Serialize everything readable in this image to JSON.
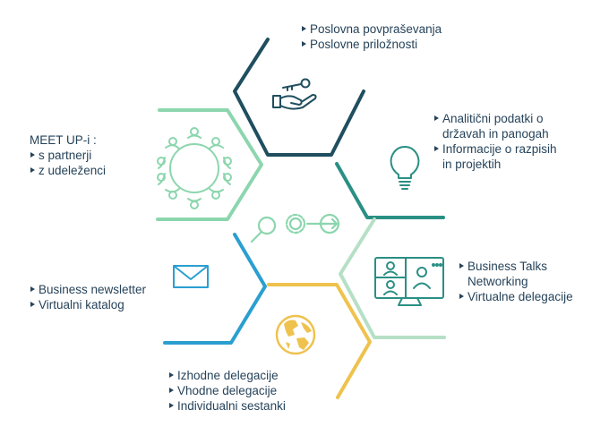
{
  "colors": {
    "navy": "#1f4e5f",
    "teal": "#2a8f84",
    "light_green": "#8cd6ae",
    "pale_green": "#b6e0c6",
    "blue": "#2a9fd0",
    "yellow": "#efc24e",
    "text": "#26435a"
  },
  "sections": {
    "top": {
      "items": [
        "Poslovna povpraševanja",
        "Poslovne priložnosti"
      ],
      "icon": "hand-key-icon"
    },
    "upper_right": {
      "items": [
        "Analitični podatki o",
        "državah in panogah",
        "Informacije o razpisih",
        "in projektih"
      ],
      "icon": "lightbulb-icon"
    },
    "upper_left": {
      "title": "MEET UP-i :",
      "items": [
        "s partnerji",
        "z udeleženci"
      ],
      "icon": "meeting-table-icon"
    },
    "lower_right": {
      "items": [
        "Business Talks",
        "Networking",
        "Virtualne delegacije"
      ],
      "icon": "video-conference-icon"
    },
    "lower_left": {
      "items": [
        "Business newsletter",
        "Virtualni katalog"
      ],
      "icon": "envelope-icon"
    },
    "bottom": {
      "items": [
        "Izhodne delegacije",
        "Vhodne delegacije",
        "Individualni sestanki"
      ],
      "icon": "globe-icon"
    },
    "center": {
      "icon": "search-gear-arrow-icon"
    }
  }
}
